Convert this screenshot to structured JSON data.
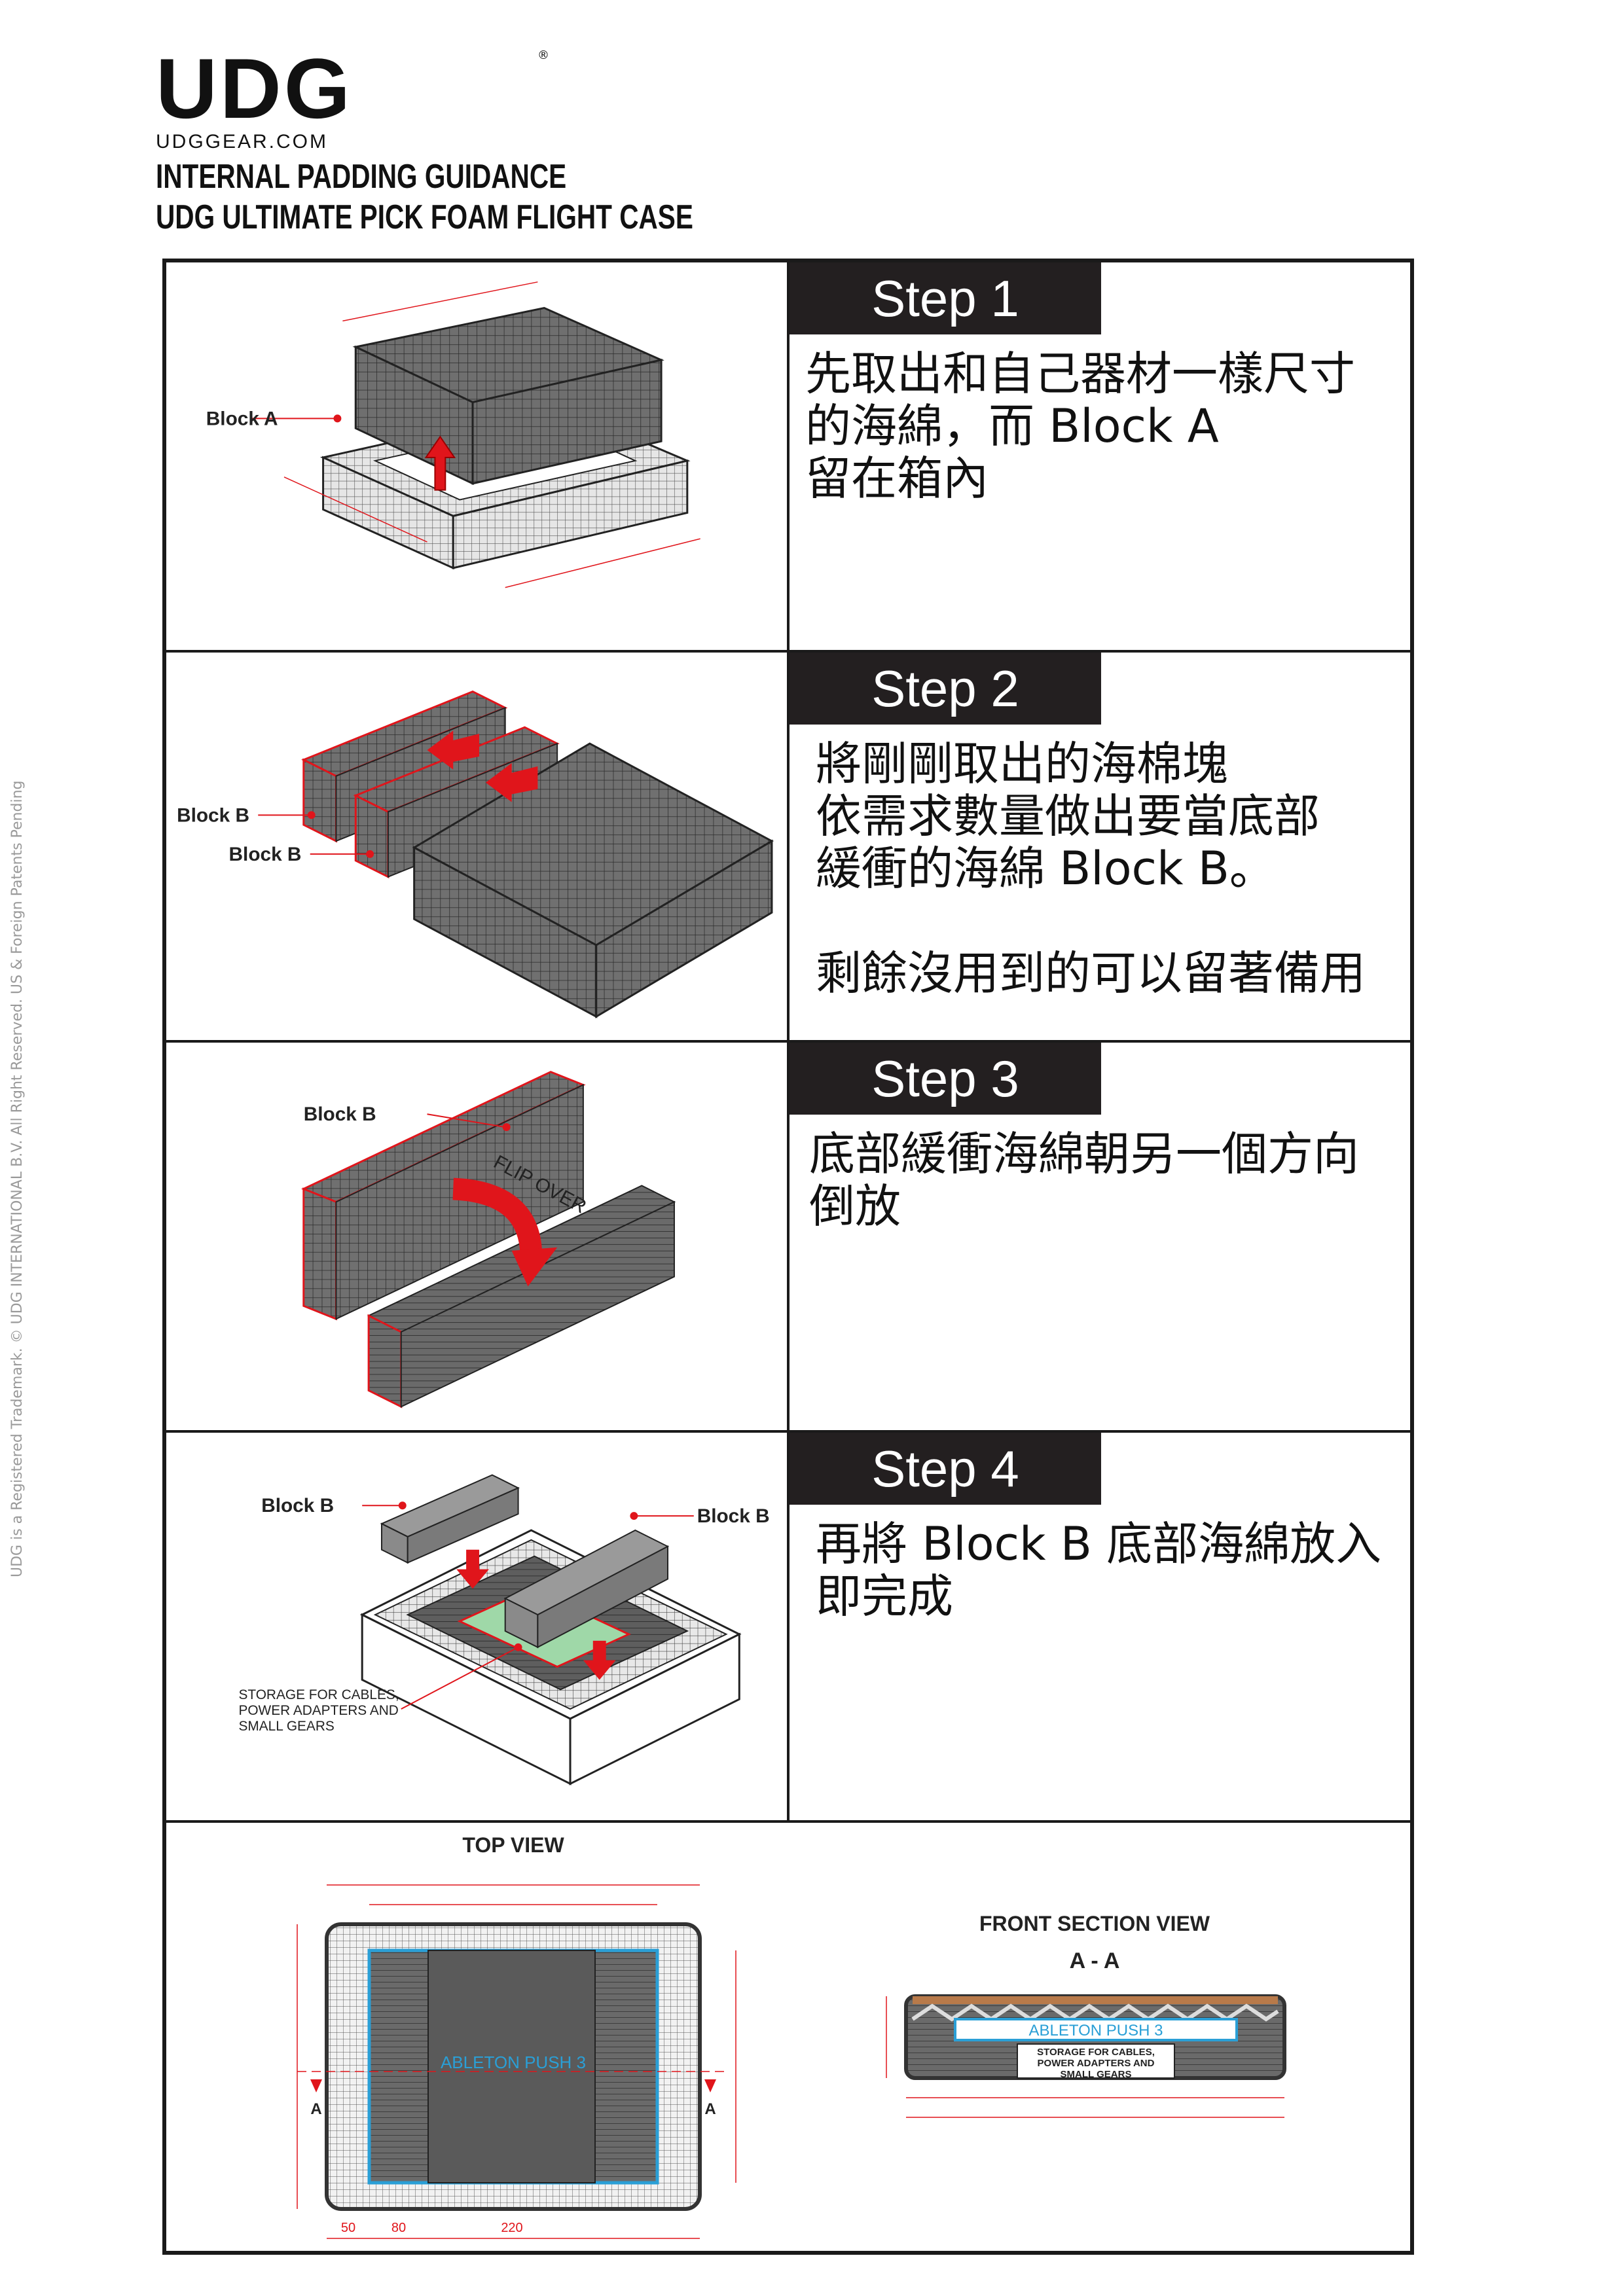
{
  "side_note": "UDG is a Registered Trademark. © UDG INTERNATIONAL B.V. All Right Reserved. US & Foreign Patents Pending",
  "brand": {
    "logo_text": "UDG",
    "registered": "®",
    "website": "UDGGEAR.COM"
  },
  "title_lines": [
    "INTERNAL PADDING GUIDANCE",
    "UDG ULTIMATE PICK FOAM FLIGHT CASE"
  ],
  "steps": [
    {
      "banner": "Step 1",
      "text": "先取出和自己器材一樣尺寸\n的海綿，而 Block A\n留在箱內",
      "labels": [
        "Block A"
      ]
    },
    {
      "banner": "Step 2",
      "text": "將剛剛取出的海棉塊\n依需求數量做出要當底部\n緩衝的海綿 Block B。\n\n剩餘沒用到的可以留著備用",
      "labels": [
        "Block B",
        "Block B"
      ]
    },
    {
      "banner": "Step 3",
      "text": "底部緩衝海綿朝另一個方向\n倒放",
      "labels": [
        "Block B",
        "FLIP OVER"
      ]
    },
    {
      "banner": "Step 4",
      "text": "再將 Block B 底部海綿放入\n即完成",
      "labels": [
        "Block B",
        "Block B",
        "STORAGE FOR CABLES,",
        "POWER ADAPTERS AND",
        "SMALL GEARS"
      ]
    }
  ],
  "top_view": {
    "title": "TOP VIEW",
    "device": "ABLETON PUSH 3",
    "section_marker": "A",
    "dims": [
      "50",
      "80",
      "220"
    ]
  },
  "front_view": {
    "title": "FRONT SECTION VIEW",
    "section": "A - A",
    "device": "ABLETON PUSH 3",
    "storage_lines": [
      "STORAGE FOR CABLES,",
      "POWER ADAPTERS AND",
      "SMALL GEARS"
    ]
  },
  "colors": {
    "accent": "#e0151b",
    "dark": "#231f20",
    "foam": "#6b6b6b",
    "storage": "#9fd8a8",
    "device_outline": "#2a9fd6"
  }
}
